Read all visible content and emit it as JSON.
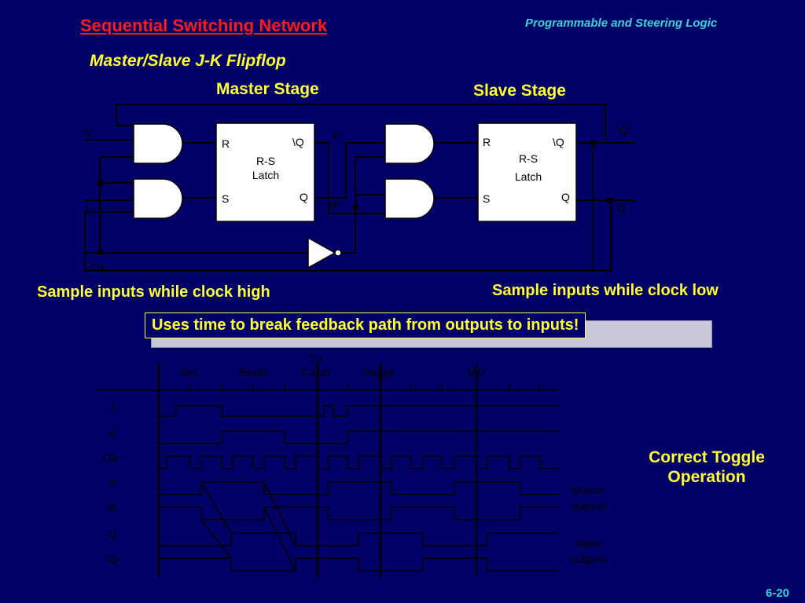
{
  "header": {
    "title": "Sequential Switching Network",
    "right": "Programmable and Steering Logic",
    "subtitle": "Master/Slave J-K Flipflop"
  },
  "circuit": {
    "master_label": "Master Stage",
    "slave_label": "Slave Stage",
    "latch_line1": "R-S",
    "latch_line2": "Latch",
    "pins": {
      "R": "R",
      "S": "S",
      "Qbar": "\\Q",
      "Q": "Q",
      "P": "P",
      "Pbar": "\\P",
      "K": "K",
      "J": "J",
      "Clk": "Clk"
    }
  },
  "notes": {
    "clock_high": "Sample inputs while clock high",
    "clock_low": "Sample inputs while clock low",
    "banner": "Uses time to break feedback path from outputs to inputs!"
  },
  "timing": {
    "title": "Correct Toggle Operation",
    "phases": [
      "Set",
      "Reset",
      "1's Catch",
      "Toggle",
      "100"
    ],
    "signals": [
      "J",
      "K",
      "Clk",
      "P",
      "\\P",
      "Q",
      "\\Q"
    ],
    "group_labels": {
      "master": "Master outputs",
      "slave": "Slave outputs"
    }
  },
  "footer": {
    "slide_number": "6-20"
  }
}
